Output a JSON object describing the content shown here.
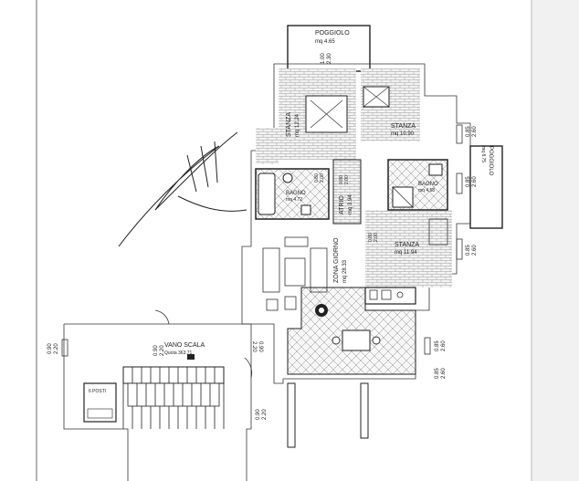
{
  "rooms": {
    "poggiolo_top": {
      "name": "POGGIOLO",
      "area": "mq 4.65"
    },
    "stanza_left": {
      "name": "STANZA",
      "area": "mq 12.24"
    },
    "stanza_right_top": {
      "name": "STANZA",
      "area": "mq 10.90"
    },
    "bagno_left": {
      "name": "BAGNO",
      "area": "mq 4.72"
    },
    "bagno_right": {
      "name": "BAGNO",
      "area": "mq 4.58"
    },
    "atrio": {
      "name": "ATRIO",
      "area": "mq 3.94"
    },
    "stanza_right_bottom": {
      "name": "STANZA",
      "area": "mq 11.94"
    },
    "zona_giorno": {
      "name": "ZONA GIORNO",
      "area": "mq 28.33"
    },
    "poggiolo_right": {
      "name": "POGGIOLO",
      "area": "mq 8.75"
    },
    "vano_scala": {
      "name": "VANO SCALA",
      "quota": "Quota 363.71"
    },
    "posti": {
      "name": "6 POSTI"
    }
  },
  "dimensions": {
    "d_top_door": [
      "1.00",
      "2.30"
    ],
    "d_stanza_left_door": [
      "0.80",
      "2.00"
    ],
    "d_bagno_left_door": [
      "0.80",
      "2.00"
    ],
    "d_atrio_door": [
      "0.80",
      "2.00"
    ],
    "d_right_top": [
      "0.85",
      "2.60"
    ],
    "d_right_mid": [
      "0.85",
      "2.60"
    ],
    "d_right_lower_1": [
      "0.85",
      "2.60"
    ],
    "d_right_lower_2": [
      "0.85",
      "2.60"
    ],
    "d_right_bottom": [
      "0.85",
      "2.60"
    ],
    "d_stair_left": [
      "0.90",
      "2.20"
    ],
    "d_stair_right": [
      "0.90",
      "2.20"
    ],
    "d_stair_bottom": [
      "0.90",
      "2.20"
    ],
    "d_stair_top": [
      "0.90",
      "2.20"
    ]
  }
}
